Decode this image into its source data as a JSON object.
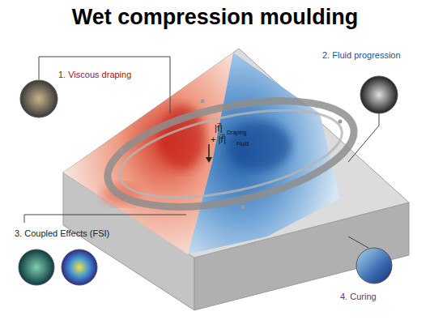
{
  "diagram": {
    "title": "Wet compression moulding",
    "labels": [
      "1. Viscous draping",
      "2. Fluid progression",
      "3. Coupled Effects (FSI)",
      "4. Curing",
      "|f⃗|",
      "Draping",
      "+ |f⃗|",
      "Fluid"
    ]
  }
}
